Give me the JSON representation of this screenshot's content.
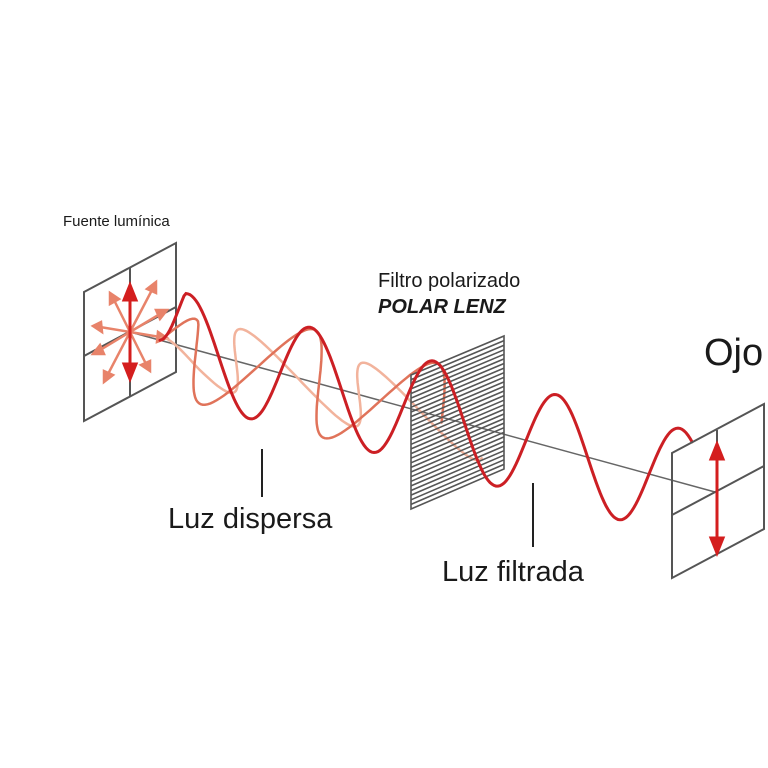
{
  "labels": {
    "light_source": "Fuente lumínica",
    "filter_title": "Filtro polarizado",
    "filter_brand": "POLAR LENZ",
    "eye": "Ojo",
    "scattered_light": "Luz dispersa",
    "filtered_light": "Luz filtrada"
  },
  "colors": {
    "frame": "#555555",
    "axis": "#666666",
    "wave_main": "#cc1f24",
    "wave_secondary": "#e0735a",
    "wave_faint": "#f2b39c",
    "arrow_main": "#d41e1e",
    "arrow_secondary": "#e8836a"
  }
}
